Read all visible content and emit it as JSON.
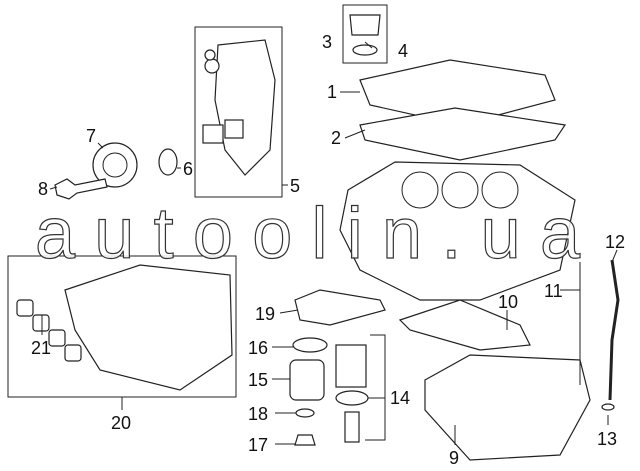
{
  "callouts": [
    "1",
    "2",
    "3",
    "4",
    "5",
    "6",
    "7",
    "8",
    "9",
    "10",
    "11",
    "12",
    "13",
    "14",
    "15",
    "16",
    "17",
    "18",
    "19",
    "20",
    "21"
  ],
  "watermark": "autoolin.ua",
  "colors": {
    "line": "#222222",
    "background": "#ffffff"
  }
}
